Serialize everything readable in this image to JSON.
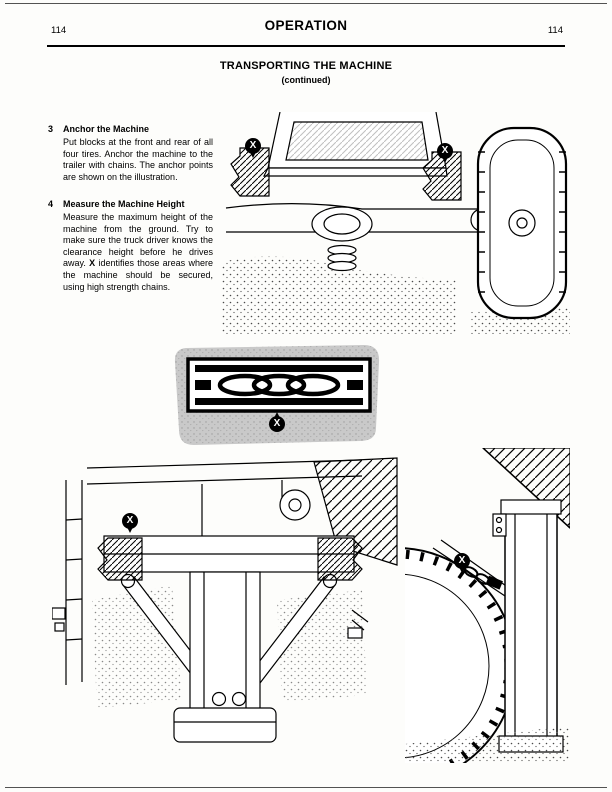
{
  "page": {
    "left_page_number": "114",
    "right_page_number": "114",
    "header_title": "OPERATION",
    "section_title": "TRANSPORTING THE MACHINE",
    "section_subtitle": "(continued)"
  },
  "items": {
    "item3": {
      "number": "3",
      "heading": "Anchor the Machine",
      "body": "Put blocks at the front and rear of all four tires. Anchor the machine to the trailer with chains. The anchor points are shown on the illustration."
    },
    "item4": {
      "number": "4",
      "heading": "Measure the Machine Height",
      "body_part1": "Measure the maximum height of the machine from the ground. Try to make sure the truck driver knows the clearance height before he drives away.",
      "body_bold": "X",
      "body_part2": "identifies those areas where the machine should be secured, using high strength chains."
    },
    "markers": {
      "x_label": "X"
    }
  },
  "illustrations": {
    "top": "machine rear axle with trailer anchor points",
    "middle": "high strength chain close-up",
    "bottom_left": "machine underside hitch with anchor point",
    "bottom_right": "tire and frame corner anchor point"
  }
}
